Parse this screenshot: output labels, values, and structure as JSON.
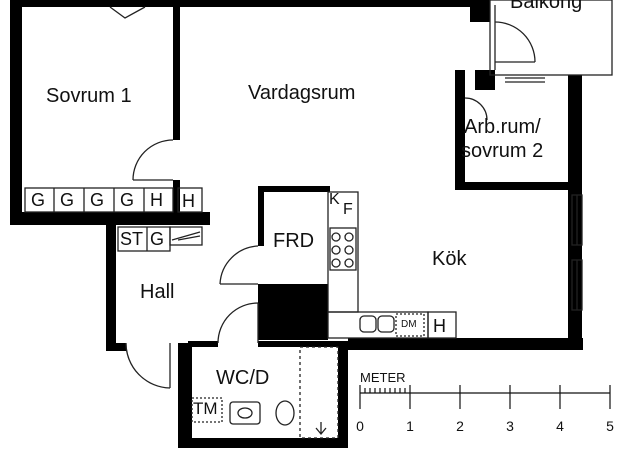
{
  "rooms": {
    "balkong": "Balkong",
    "sovrum1": "Sovrum 1",
    "vardagsrum": "Vardagsrum",
    "arbrum_line1": "Arb.rum/",
    "arbrum_line2": "sovrum 2",
    "hall": "Hall",
    "frd": "FRD",
    "kok": "Kök",
    "wcd": "WC/D"
  },
  "storage": {
    "closets": [
      "G",
      "G",
      "G",
      "G",
      "H",
      "H"
    ],
    "st": "ST",
    "g2": "G",
    "h_kitchen": "H",
    "kf_k": "K",
    "kf_f": "F",
    "dm": "DM",
    "tm": "TM"
  },
  "scale": {
    "label": "METER",
    "ticks": [
      "0",
      "1",
      "2",
      "3",
      "4",
      "5"
    ]
  },
  "colors": {
    "wall": "#000000",
    "line": "#222222",
    "background": "#ffffff"
  }
}
